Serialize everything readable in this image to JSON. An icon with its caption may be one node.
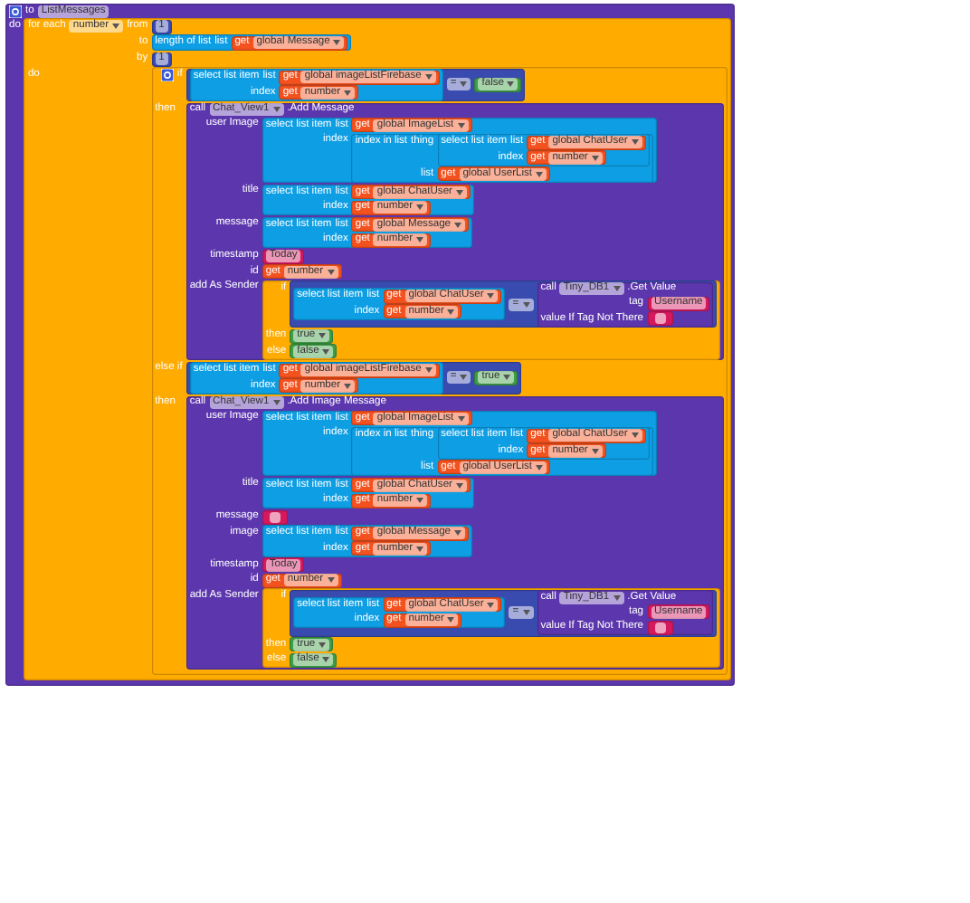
{
  "diagram": {
    "nodes": [
      {
        "text": [
          "to",
          "ListMessages",
          "do"
        ]
      },
      {
        "text": [
          "for each",
          "number",
          "from",
          "to",
          "by",
          "do"
        ],
        "in": 0
      },
      {
        "text": [
          "1"
        ],
        "in": 1
      },
      {
        "text": [
          "length of list",
          "list"
        ],
        "in": 1
      },
      {
        "text": [
          "get",
          "global Message"
        ],
        "in": 3
      },
      {
        "text": [
          "1"
        ],
        "in": 1
      },
      {
        "text": [
          "if",
          "then",
          "else if",
          "then"
        ],
        "in": 1
      },
      {
        "text": [
          "="
        ],
        "in": 6
      },
      {
        "text": [
          "select list item",
          "list",
          "index"
        ],
        "in": 7
      },
      {
        "text": [
          "get",
          "global imageListFirebase"
        ],
        "in": 8
      },
      {
        "text": [
          "get",
          "number"
        ],
        "in": 8
      },
      {
        "text": [
          "false"
        ],
        "in": 7
      },
      {
        "text": [
          "call",
          "Chat_View1",
          ".Add Message",
          "user Image",
          "title",
          "message",
          "timestamp",
          "id",
          "add As Sender"
        ],
        "in": 6
      },
      {
        "text": [
          "select list item",
          "list",
          "index"
        ],
        "in": 12
      },
      {
        "text": [
          "get",
          "global ImageList"
        ],
        "in": 13
      },
      {
        "text": [
          "index in list",
          "thing",
          "list"
        ],
        "in": 13
      },
      {
        "text": [
          "select list item",
          "list",
          "index"
        ],
        "in": 15
      },
      {
        "text": [
          "get",
          "global ChatUser"
        ],
        "in": 16
      },
      {
        "text": [
          "get",
          "number"
        ],
        "in": 16
      },
      {
        "text": [
          "get",
          "global UserList"
        ],
        "in": 15
      },
      {
        "text": [
          "select list item",
          "list",
          "index"
        ],
        "in": 12
      },
      {
        "text": [
          "get",
          "global ChatUser"
        ],
        "in": 20
      },
      {
        "text": [
          "get",
          "number"
        ],
        "in": 20
      },
      {
        "text": [
          "select list item",
          "list",
          "index"
        ],
        "in": 12
      },
      {
        "text": [
          "get",
          "global Message"
        ],
        "in": 23
      },
      {
        "text": [
          "get",
          "number"
        ],
        "in": 23
      },
      {
        "text": [
          "Today"
        ],
        "in": 12
      },
      {
        "text": [
          "get",
          "number"
        ],
        "in": 12
      },
      {
        "text": [
          "if",
          "then",
          "else"
        ],
        "in": 12
      },
      {
        "text": [
          "="
        ],
        "in": 28
      },
      {
        "text": [
          "select list item",
          "list",
          "index"
        ],
        "in": 29
      },
      {
        "text": [
          "get",
          "global ChatUser"
        ],
        "in": 30
      },
      {
        "text": [
          "get",
          "number"
        ],
        "in": 30
      },
      {
        "text": [
          "call",
          "Tiny_DB1",
          ".Get Value",
          "tag",
          "value If Tag Not There"
        ],
        "in": 29
      },
      {
        "text": [
          "Username"
        ],
        "in": 33
      },
      {
        "text": [],
        "shape": "box",
        "in": 33
      },
      {
        "text": [
          "true"
        ],
        "in": 28
      },
      {
        "text": [
          "false"
        ],
        "in": 28
      },
      {
        "text": [
          "="
        ],
        "in": 6
      },
      {
        "text": [
          "select list item",
          "list",
          "index"
        ],
        "in": 38
      },
      {
        "text": [
          "get",
          "global imageListFirebase"
        ],
        "in": 39
      },
      {
        "text": [
          "get",
          "number"
        ],
        "in": 39
      },
      {
        "text": [
          "true"
        ],
        "in": 38
      },
      {
        "text": [
          "call",
          "Chat_View1",
          ".Add Image Message",
          "user Image",
          "title",
          "message",
          "image",
          "timestamp",
          "id",
          "add As Sender"
        ],
        "in": 6
      },
      {
        "text": [
          "select list item",
          "list",
          "index"
        ],
        "in": 43
      },
      {
        "text": [
          "get",
          "global ImageList"
        ],
        "in": 44
      },
      {
        "text": [
          "index in list",
          "thing",
          "list"
        ],
        "in": 44
      },
      {
        "text": [
          "select list item",
          "list",
          "index"
        ],
        "in": 46
      },
      {
        "text": [
          "get",
          "global ChatUser"
        ],
        "in": 47
      },
      {
        "text": [
          "get",
          "number"
        ],
        "in": 47
      },
      {
        "text": [
          "get",
          "global UserList"
        ],
        "in": 46
      },
      {
        "text": [
          "select list item",
          "list",
          "index"
        ],
        "in": 43
      },
      {
        "text": [
          "get",
          "global ChatUser"
        ],
        "in": 51
      },
      {
        "text": [
          "get",
          "number"
        ],
        "in": 51
      },
      {
        "text": [],
        "shape": "box",
        "in": 43
      },
      {
        "text": [
          "select list item",
          "list",
          "index"
        ],
        "in": 43
      },
      {
        "text": [
          "get",
          "global Message"
        ],
        "in": 55
      },
      {
        "text": [
          "get",
          "number"
        ],
        "in": 55
      },
      {
        "text": [
          "Today"
        ],
        "in": 43
      },
      {
        "text": [
          "get",
          "number"
        ],
        "in": 43
      },
      {
        "text": [
          "if",
          "then",
          "else"
        ],
        "in": 43
      },
      {
        "text": [
          "="
        ],
        "in": 60
      },
      {
        "text": [
          "select list item",
          "list",
          "index"
        ],
        "in": 61
      },
      {
        "text": [
          "get",
          "global ChatUser"
        ],
        "in": 62
      },
      {
        "text": [
          "get",
          "number"
        ],
        "in": 62
      },
      {
        "text": [
          "call",
          "Tiny_DB1",
          ".Get Value",
          "tag",
          "value If Tag Not There"
        ],
        "in": 61
      },
      {
        "text": [
          "Username"
        ],
        "in": 65
      },
      {
        "text": [],
        "shape": "box",
        "in": 65
      },
      {
        "text": [
          "true"
        ],
        "in": 60
      },
      {
        "text": [
          "false"
        ],
        "in": 60
      }
    ]
  }
}
